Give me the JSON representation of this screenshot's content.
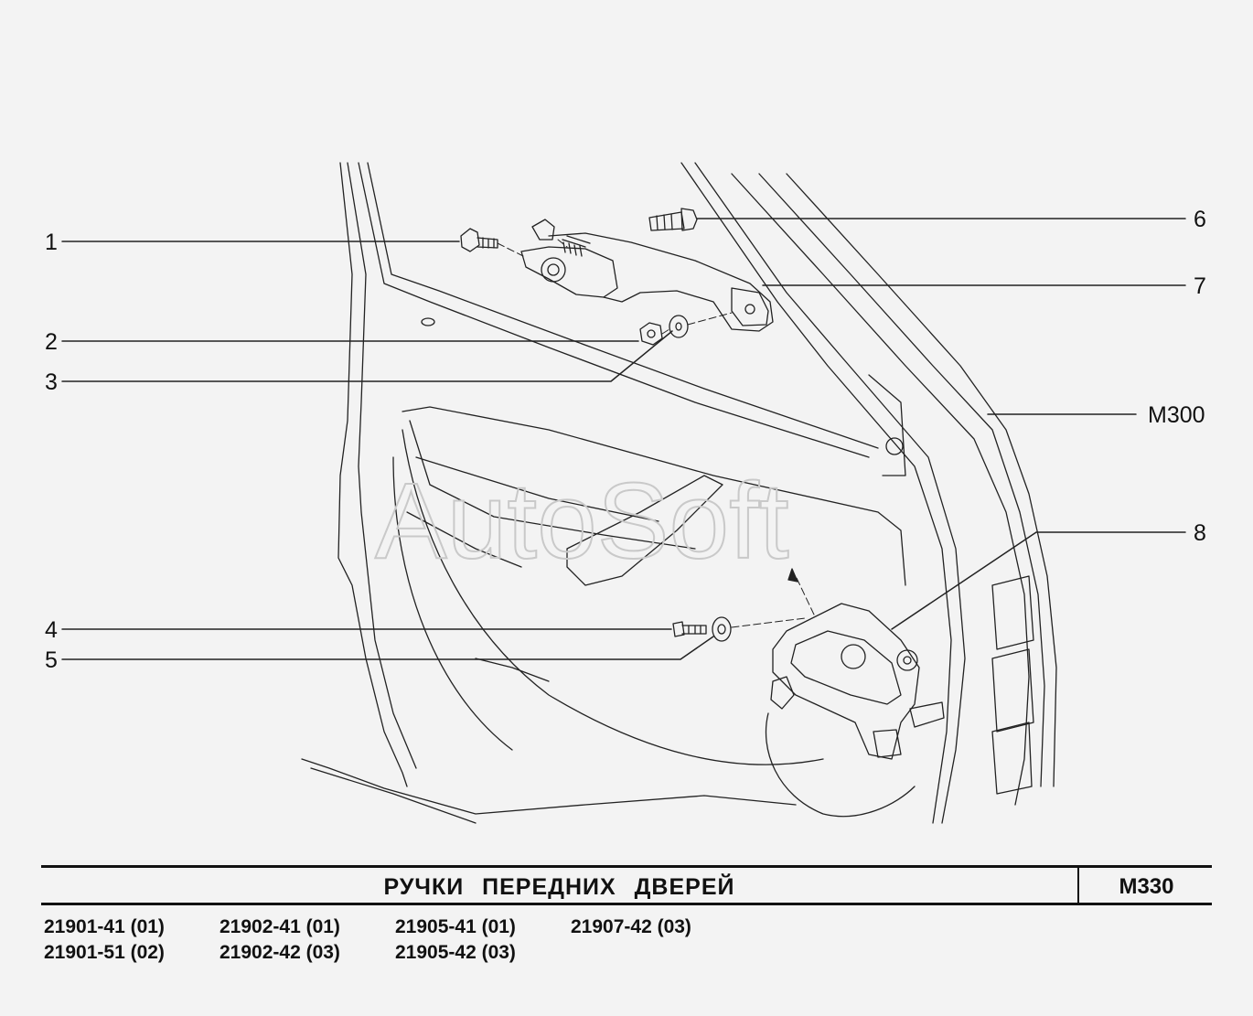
{
  "diagram": {
    "callouts": [
      "1",
      "2",
      "3",
      "4",
      "5",
      "6",
      "7",
      "8"
    ],
    "reference_label": "М300",
    "watermark": "AutoSoft"
  },
  "title_block": {
    "title": "РУЧКИ ПЕРЕДНИХ ДВЕРЕЙ",
    "code": "М330"
  },
  "models": [
    [
      "21901-41 (01)",
      "21902-41 (01)",
      "21905-41 (01)",
      "21907-42 (03)"
    ],
    [
      "21901-51 (02)",
      "21902-42 (03)",
      "21905-42 (03)"
    ]
  ]
}
